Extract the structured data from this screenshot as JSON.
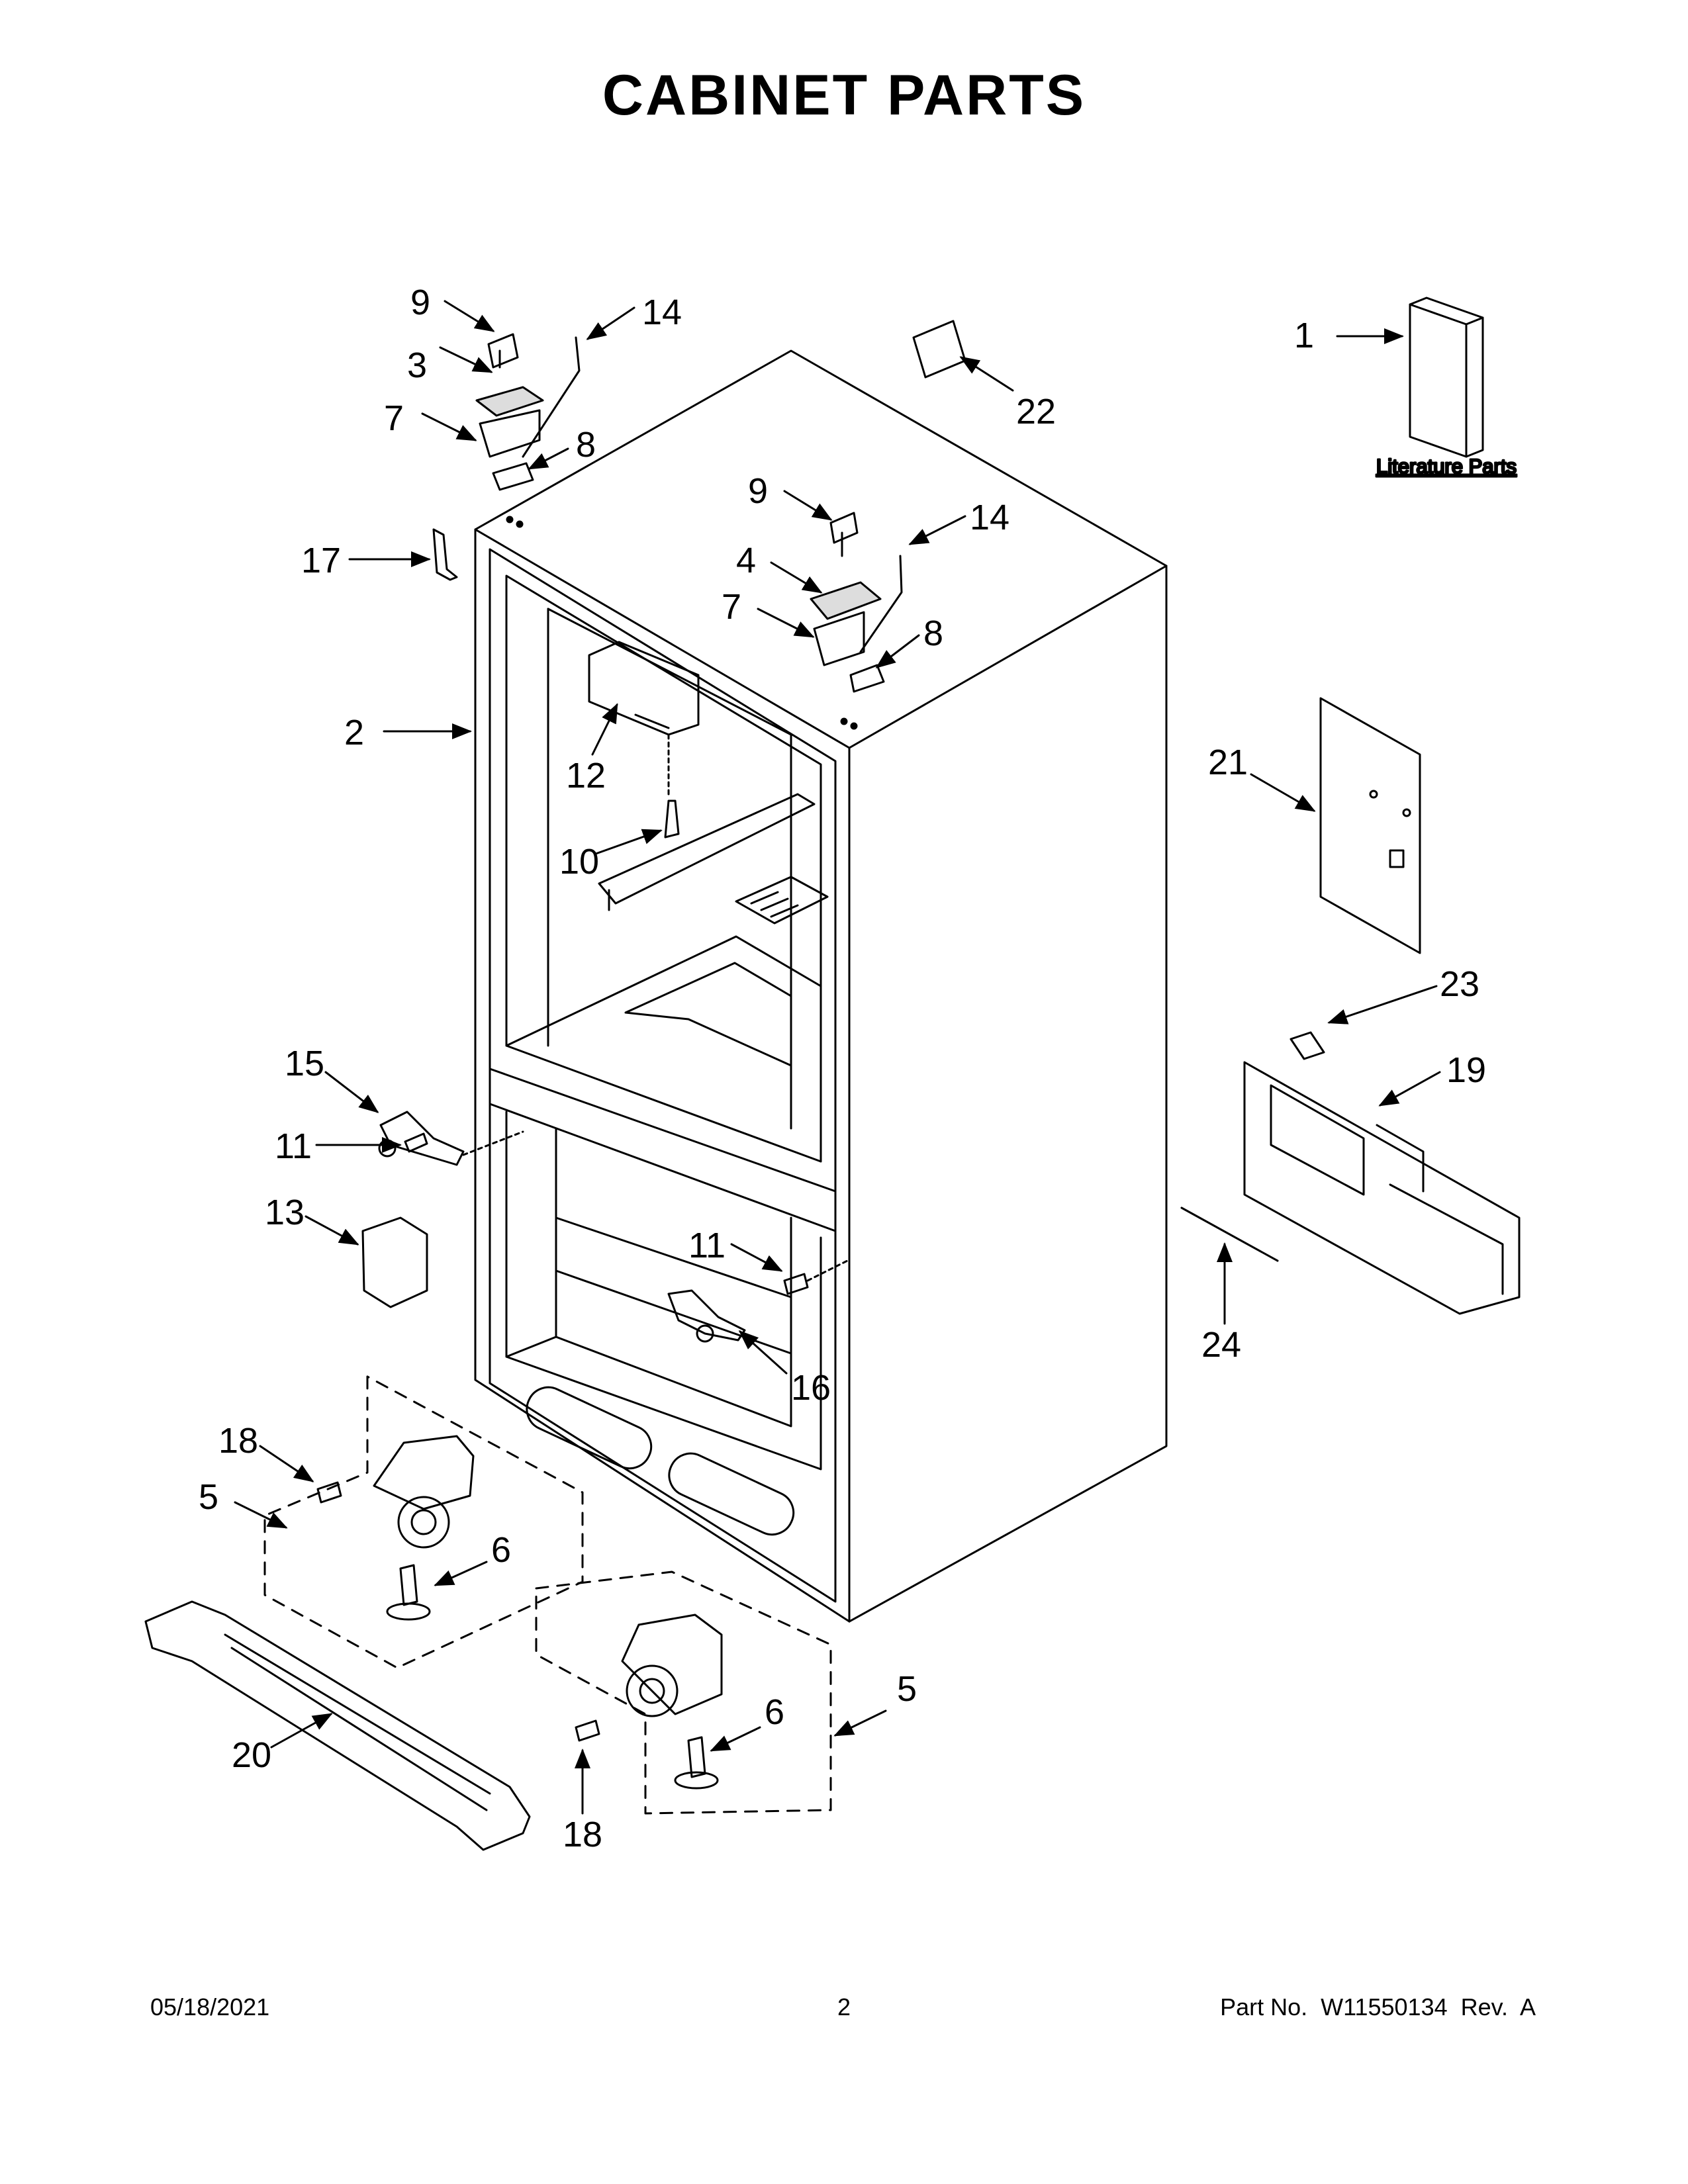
{
  "title": "CABINET PARTS",
  "literature_label": "Literature Parts",
  "footer": {
    "date": "05/18/2021",
    "page": "2",
    "part": "Part No.  W11550134  Rev.  A"
  },
  "callouts": [
    "1",
    "2",
    "3",
    "4",
    "5",
    "5",
    "6",
    "6",
    "7",
    "7",
    "8",
    "8",
    "9",
    "9",
    "10",
    "11",
    "11",
    "12",
    "13",
    "14",
    "14",
    "15",
    "16",
    "17",
    "18",
    "18",
    "19",
    "20",
    "21",
    "22",
    "23",
    "24"
  ]
}
